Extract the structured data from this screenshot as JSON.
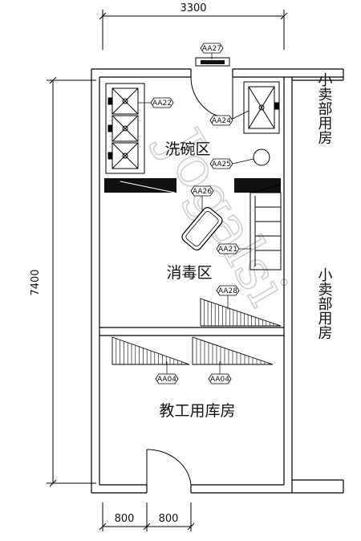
{
  "dimensions": {
    "top_width": "3300",
    "height": "7400",
    "door_left": "800",
    "door_right": "800"
  },
  "zones": {
    "dishwashing": "洗碗区",
    "disinfection": "消毒区",
    "staff_storage": "教工用库房"
  },
  "neighbor": {
    "upper": "小卖部用房",
    "lower": "小卖部用房"
  },
  "tags": {
    "aa27": "AA27",
    "aa22": "AA22",
    "aa24": "AA24",
    "aa25": "AA25",
    "aa26": "AA26",
    "aa21": "AA21",
    "aa28": "AA28",
    "aa04_left": "AA04",
    "aa04_right": "AA04"
  },
  "watermark": "Jogalsi"
}
